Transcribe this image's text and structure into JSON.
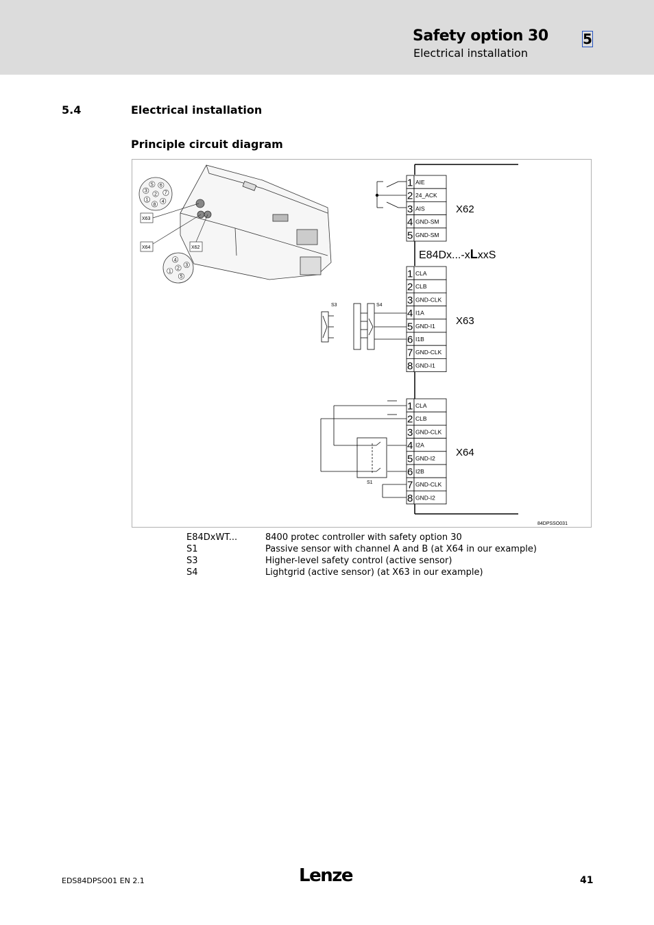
{
  "header": {
    "title": "Safety option 30",
    "subtitle": "Electrical installation",
    "chapter": "5"
  },
  "section": {
    "number": "5.4",
    "title": "Electrical installation",
    "subtitle": "Principle circuit diagram"
  },
  "diagram": {
    "device_label_main": "E84Dx...-x",
    "device_label_L": "L",
    "device_label_tail": "xxS",
    "figure_id": "84DPSSO031",
    "x62": {
      "name": "X62",
      "pins": [
        {
          "num": "1",
          "sig": "AIE"
        },
        {
          "num": "2",
          "sig": "24_ACK"
        },
        {
          "num": "3",
          "sig": "AIS"
        },
        {
          "num": "4",
          "sig": "GND-SM"
        },
        {
          "num": "5",
          "sig": "GND-SM"
        }
      ]
    },
    "x63": {
      "name": "X63",
      "pins": [
        {
          "num": "1",
          "sig": "CLA"
        },
        {
          "num": "2",
          "sig": "CLB"
        },
        {
          "num": "3",
          "sig": "GND-CLK"
        },
        {
          "num": "4",
          "sig": "I1A"
        },
        {
          "num": "5",
          "sig": "GND-I1"
        },
        {
          "num": "6",
          "sig": "I1B"
        },
        {
          "num": "7",
          "sig": "GND-CLK"
        },
        {
          "num": "8",
          "sig": "GND-I1"
        }
      ]
    },
    "x64": {
      "name": "X64",
      "pins": [
        {
          "num": "1",
          "sig": "CLA"
        },
        {
          "num": "2",
          "sig": "CLB"
        },
        {
          "num": "3",
          "sig": "GND-CLK"
        },
        {
          "num": "4",
          "sig": "I2A"
        },
        {
          "num": "5",
          "sig": "GND-I2"
        },
        {
          "num": "6",
          "sig": "I2B"
        },
        {
          "num": "7",
          "sig": "GND-CLK"
        },
        {
          "num": "8",
          "sig": "GND-I2"
        }
      ]
    },
    "sensors": {
      "s1": "S1",
      "s3": "S3",
      "s4": "S4"
    },
    "photo_labels": {
      "x63": "X63",
      "x64": "X64",
      "x62": "X62"
    },
    "connector8_pins": [
      "5",
      "6",
      "7",
      "4",
      "8",
      "1",
      "3",
      "2"
    ],
    "connector5_pins": [
      "4",
      "3",
      "5",
      "1",
      "2"
    ]
  },
  "legend": [
    {
      "key": "E84DxWT...",
      "desc": "8400 protec controller with safety option 30"
    },
    {
      "key": "S1",
      "desc": "Passive sensor with channel A and B (at X64 in our example)"
    },
    {
      "key": "S3",
      "desc": "Higher-level safety control (active sensor)"
    },
    {
      "key": "S4",
      "desc": "Lightgrid (active sensor) (at X63 in our example)"
    }
  ],
  "footer": {
    "doc": "EDS84DPSO01   EN   2.1",
    "logo": "Lenze",
    "page": "41"
  }
}
